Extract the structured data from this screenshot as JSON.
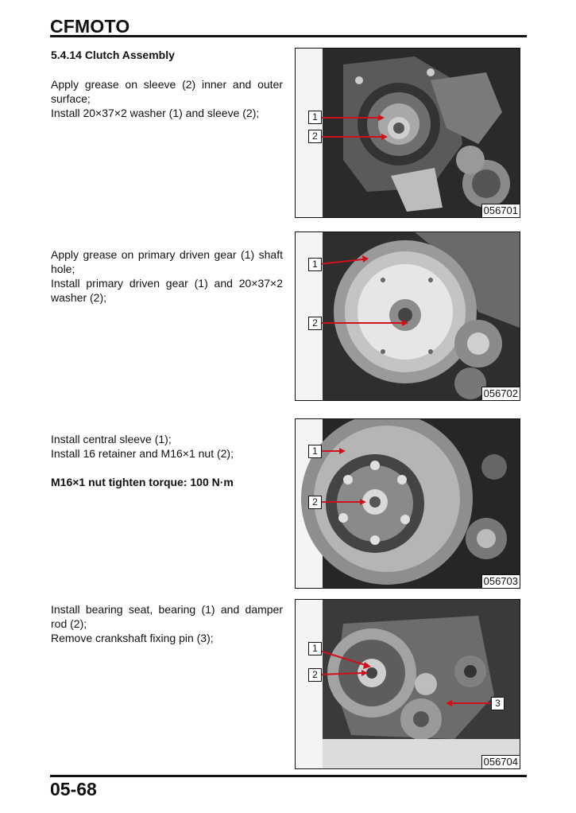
{
  "header": {
    "brand": "CFMOTO"
  },
  "section_title": "5.4.14 Clutch Assembly",
  "steps": [
    {
      "lines": [
        "Apply grease on sleeve (2) inner and outer surface;",
        "Install 20×37×2 washer (1) and sleeve (2);"
      ],
      "figure": {
        "code": "056701",
        "callouts": [
          "1",
          "2"
        ]
      }
    },
    {
      "lines": [
        "Apply grease on primary driven gear (1) shaft hole;",
        "Install primary driven gear (1)  and 20×37×2 washer (2);"
      ],
      "figure": {
        "code": "056702",
        "callouts": [
          "1",
          "2"
        ]
      }
    },
    {
      "lines": [
        "Install central sleeve (1);",
        "Install 16 retainer and M16×1 nut (2);"
      ],
      "note": "M16×1 nut tighten torque: 100 N·m",
      "figure": {
        "code": "056703",
        "callouts": [
          "1",
          "2"
        ]
      }
    },
    {
      "lines": [
        "Install bearing seat, bearing (1) and damper rod (2);",
        "Remove crankshaft fixing pin (3);"
      ],
      "figure": {
        "code": "056704",
        "callouts": [
          "1",
          "2",
          "3"
        ]
      }
    }
  ],
  "footer": {
    "page_number": "05-68"
  },
  "colors": {
    "arrow": "#d0101a",
    "rule": "#111111"
  }
}
